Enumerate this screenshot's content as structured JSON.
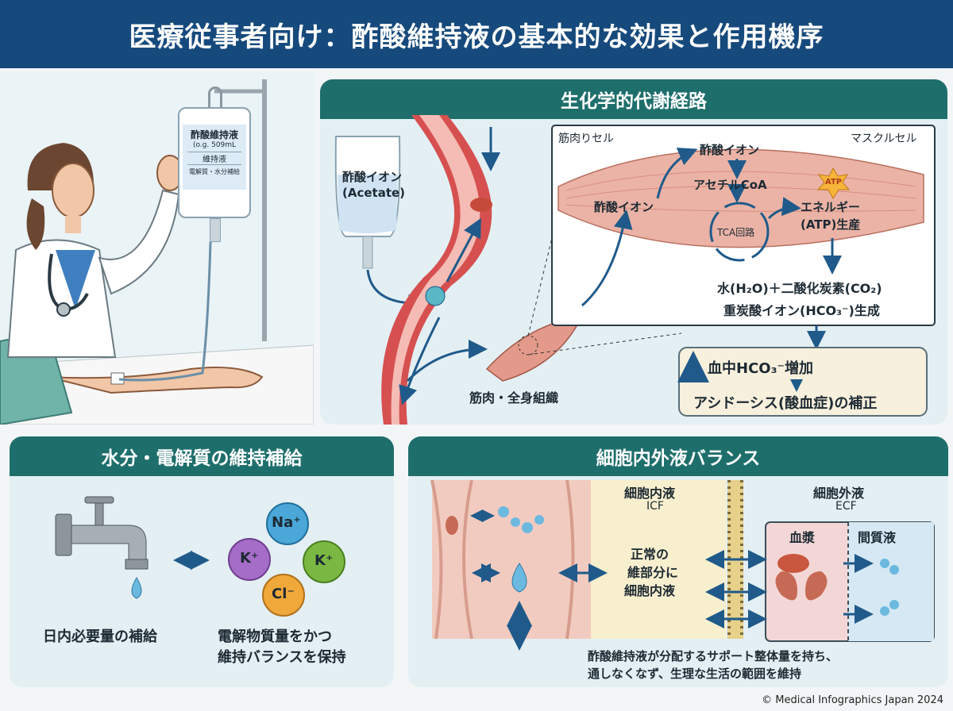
{
  "title": "医療従事者向け：酢酸維持液の基本的な効果と作用機序",
  "iv_bag": {
    "name": "酢酸維持液",
    "volume": "(o.g. 509mL",
    "subtitle": "維持液",
    "purpose": "電解質・水分補給"
  },
  "metabolism": {
    "title": "生化学的代謝経路",
    "bag_label_1": "酢酸イオン",
    "bag_label_2": "(Acetate)",
    "cell_left": "筋肉りセル",
    "cell_right": "マスクルセル",
    "acetate_top": "酢酸イオン",
    "acetate_left": "酢酸イオン",
    "acetyl_coa": "アセチルCoA",
    "tca": "TCA回路",
    "atp_badge": "ATP",
    "energy_1": "エネルギー",
    "energy_2": "(ATP)生産",
    "products_1": "水(H₂O)＋二酸化炭素(CO₂)",
    "products_2": "重炭酸イオン(HCO₃⁻)生成",
    "tissue": "筋肉・全身組織",
    "result_1": "血中HCO₃⁻増加",
    "result_2": "アシドーシス(酸血症)の補正"
  },
  "hydration": {
    "title": "水分・電解質の維持補給",
    "caption_left": "日内必要量の補給",
    "caption_right_1": "電解物質量をかつ",
    "caption_right_2": "維持バランスを保持",
    "ions": [
      "Na⁺",
      "K⁺",
      "K⁺",
      "Cl⁻"
    ]
  },
  "balance": {
    "title": "細胞内外液バランス",
    "icf_1": "細胞内液",
    "icf_2": "ICF",
    "ecf_1": "細胞外液",
    "ecf_2": "ECF",
    "normal_1": "正常の",
    "normal_2": "維部分に",
    "normal_3": "細胞内液",
    "plasma": "血漿",
    "interstitial": "間質液",
    "footnote_1": "酢酸維持液が分配するサポート整体量を持ち、",
    "footnote_2": "通しなくなず、生理な生活の範囲を維持"
  },
  "copyright": "© Medical Infographics Japan 2024",
  "colors": {
    "header": "#174a7c",
    "panel_title": "#1e6f6c",
    "panel_bg": "#e3eff3",
    "muscle": "#eab3a6",
    "arrow": "#1f5a8a",
    "ion_na": "#4aa7d8",
    "ion_k": "#a56cc8",
    "ion_k2": "#7ab843",
    "ion_cl": "#f0a83a"
  }
}
